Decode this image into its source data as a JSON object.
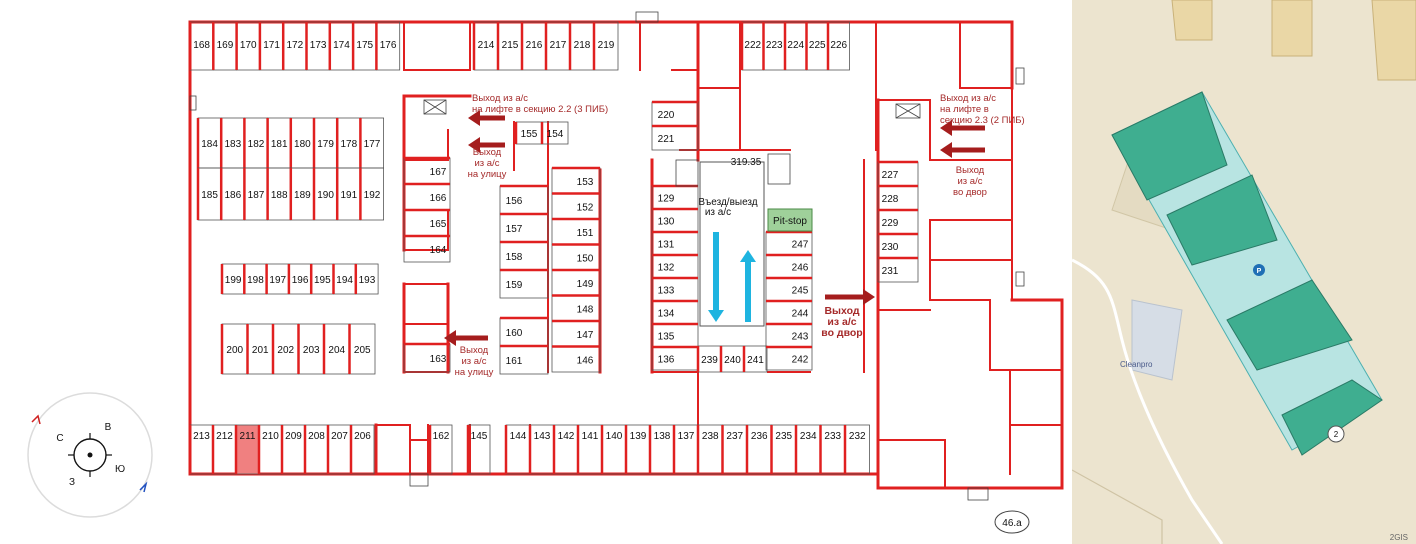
{
  "map": {
    "spots": {
      "row_top_left": [
        "168",
        "169",
        "170",
        "171",
        "172",
        "173",
        "174",
        "175",
        "176"
      ],
      "row_top_mid": [
        "214",
        "215",
        "216",
        "217",
        "218",
        "219"
      ],
      "row_top_right": [
        "222",
        "223",
        "224",
        "225",
        "226"
      ],
      "block_a_top": [
        "184",
        "183",
        "182",
        "181",
        "180",
        "179",
        "178",
        "177"
      ],
      "block_a_bottom": [
        "185",
        "186",
        "187",
        "188",
        "189",
        "190",
        "191",
        "192"
      ],
      "block_b_top": [
        "199",
        "198",
        "197",
        "196",
        "195",
        "194",
        "193"
      ],
      "block_b_bottom": [
        "200",
        "201",
        "202",
        "203",
        "204",
        "205"
      ],
      "row_bottom_left": [
        "213",
        "212",
        "211",
        "210",
        "209",
        "208",
        "207",
        "206"
      ],
      "row_bottom_mid": [
        "162",
        "145",
        "144",
        "143",
        "142",
        "141",
        "140",
        "139",
        "138",
        "137"
      ],
      "row_bottom_right": [
        "238",
        "237",
        "236",
        "235",
        "234",
        "233",
        "232"
      ],
      "col_left_center": [
        "167",
        "166",
        "165",
        "164",
        "163"
      ],
      "col_156": [
        "156",
        "157",
        "158",
        "159",
        "160",
        "161"
      ],
      "col_153": [
        "153",
        "152",
        "151",
        "150",
        "149",
        "148",
        "147",
        "146"
      ],
      "spots_155_154": [
        "155",
        "154"
      ],
      "col_129": [
        "129",
        "130",
        "131",
        "132",
        "133",
        "134",
        "135",
        "136"
      ],
      "pair_220": [
        "220",
        "221"
      ],
      "row_239": [
        "239",
        "240",
        "241"
      ],
      "col_247": [
        "247",
        "246",
        "245",
        "244",
        "243",
        "242"
      ],
      "col_228": [
        "227",
        "228",
        "229",
        "230",
        "231"
      ]
    },
    "highlighted_spot": "211",
    "pit_stop": "Pit-stop",
    "elevation": "319.35",
    "entry_label": [
      "Въезд/выезд",
      "из а/с"
    ],
    "exit_notes": {
      "lift_2_2": [
        "Выход из а/с",
        "на лифте в секцию 2.2 (3 ПИБ)"
      ],
      "street_top": [
        "Выход",
        "из а/с",
        "на улицу"
      ],
      "street_bottom": [
        "Выход",
        "из а/с",
        "на улицу"
      ],
      "lift_2_3": [
        "Выход из а/с",
        "на лифте в",
        "секцию 2.3 (2 ПИБ)"
      ],
      "yard_top": [
        "Выход",
        "из а/с",
        "во двор"
      ],
      "yard_big": [
        "Выход",
        "из а/с",
        "во двор"
      ]
    },
    "building_label": "46.a",
    "colors": {
      "wall": "#e02020",
      "highlight": "#f08080",
      "arrow_dark": "#a51d1d",
      "arrow_cyan": "#1eb4e0",
      "pit_stop": "#9fd09a"
    }
  },
  "compass": {
    "labels": {
      "north": "С",
      "east": "В",
      "south": "Ю",
      "west": "З"
    }
  },
  "minimap": {
    "labels": {
      "poi": "Cleanpro",
      "house": "2",
      "brand": "2GIS",
      "parking": "P"
    }
  }
}
